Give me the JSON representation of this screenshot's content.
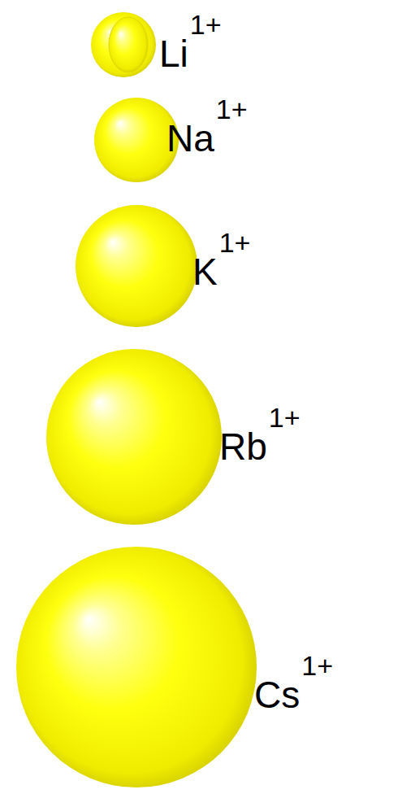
{
  "diagram": {
    "nodes": [
      {
        "text": [
          "Li",
          "1+"
        ]
      },
      {
        "text": [
          "Na",
          "1+"
        ]
      },
      {
        "text": [
          "K",
          "1+"
        ]
      },
      {
        "text": [
          "Rb",
          "1+"
        ]
      },
      {
        "text": [
          "Cs",
          "1+"
        ]
      }
    ]
  }
}
